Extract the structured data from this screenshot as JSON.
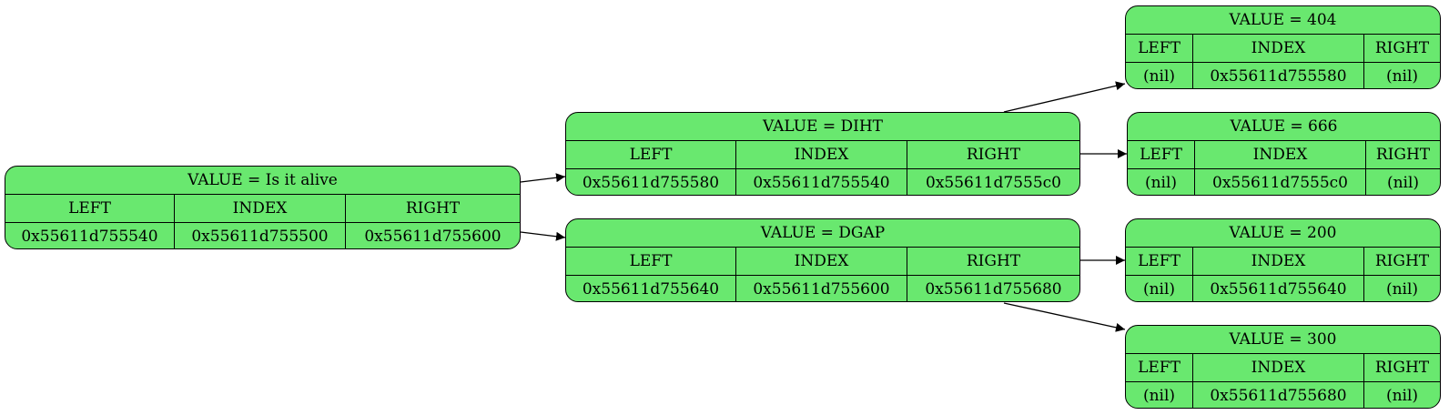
{
  "colors": {
    "node_fill": "#69e86f",
    "node_border": "#000000",
    "edge": "#000000",
    "background": "#ffffff"
  },
  "nodes": {
    "root": {
      "title": "VALUE = Is it alive",
      "headers": [
        "LEFT",
        "INDEX",
        "RIGHT"
      ],
      "values": [
        "0x55611d755540",
        "0x55611d755500",
        "0x55611d755600"
      ]
    },
    "diht": {
      "title": "VALUE = DIHT",
      "headers": [
        "LEFT",
        "INDEX",
        "RIGHT"
      ],
      "values": [
        "0x55611d755580",
        "0x55611d755540",
        "0x55611d7555c0"
      ]
    },
    "dgap": {
      "title": "VALUE = DGAP",
      "headers": [
        "LEFT",
        "INDEX",
        "RIGHT"
      ],
      "values": [
        "0x55611d755640",
        "0x55611d755600",
        "0x55611d755680"
      ]
    },
    "n404": {
      "title": "VALUE = 404",
      "headers": [
        "LEFT",
        "INDEX",
        "RIGHT"
      ],
      "values": [
        "(nil)",
        "0x55611d755580",
        "(nil)"
      ]
    },
    "n666": {
      "title": "VALUE = 666",
      "headers": [
        "LEFT",
        "INDEX",
        "RIGHT"
      ],
      "values": [
        "(nil)",
        "0x55611d7555c0",
        "(nil)"
      ]
    },
    "n200": {
      "title": "VALUE = 200",
      "headers": [
        "LEFT",
        "INDEX",
        "RIGHT"
      ],
      "values": [
        "(nil)",
        "0x55611d755640",
        "(nil)"
      ]
    },
    "n300": {
      "title": "VALUE = 300",
      "headers": [
        "LEFT",
        "INDEX",
        "RIGHT"
      ],
      "values": [
        "(nil)",
        "0x55611d755680",
        "(nil)"
      ]
    }
  },
  "edges": [
    {
      "from": "root",
      "to": "diht"
    },
    {
      "from": "root",
      "to": "dgap"
    },
    {
      "from": "diht",
      "to": "n404"
    },
    {
      "from": "diht",
      "to": "n666"
    },
    {
      "from": "dgap",
      "to": "n200"
    },
    {
      "from": "dgap",
      "to": "n300"
    }
  ]
}
